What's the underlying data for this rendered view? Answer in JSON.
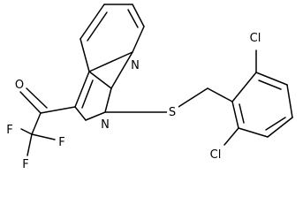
{
  "molecule": {
    "atoms": {
      "n_ring": "N",
      "n_fused": "N",
      "sulfur": "S",
      "oxygen": "O",
      "chlorine_top": "Cl",
      "chlorine_bottom": "Cl",
      "fluorine_1": "F",
      "fluorine_2": "F",
      "fluorine_3": "F"
    },
    "colors": {
      "bond": "#000000",
      "text": "#000000",
      "background": "#ffffff"
    }
  }
}
